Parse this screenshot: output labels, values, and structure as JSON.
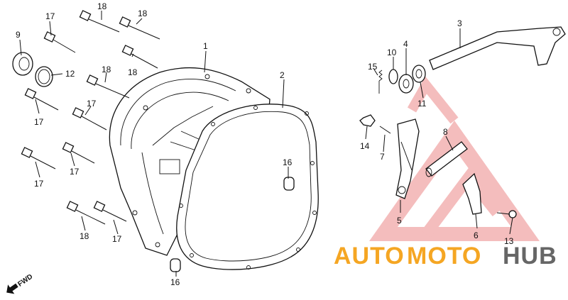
{
  "callouts": [
    {
      "id": "c17a",
      "text": "17"
    },
    {
      "id": "c18a",
      "text": "18"
    },
    {
      "id": "c18b",
      "text": "18"
    },
    {
      "id": "c9",
      "text": "9"
    },
    {
      "id": "c12",
      "text": "12"
    },
    {
      "id": "c1",
      "text": "1"
    },
    {
      "id": "c18c",
      "text": "18"
    },
    {
      "id": "c18d",
      "text": "18"
    },
    {
      "id": "c17b",
      "text": "17"
    },
    {
      "id": "c17c",
      "text": "17"
    },
    {
      "id": "c2",
      "text": "2"
    },
    {
      "id": "c17d",
      "text": "17"
    },
    {
      "id": "c17e",
      "text": "17"
    },
    {
      "id": "c16a",
      "text": "16"
    },
    {
      "id": "c18e",
      "text": "18"
    },
    {
      "id": "c17f",
      "text": "17"
    },
    {
      "id": "c16b",
      "text": "16"
    },
    {
      "id": "c3",
      "text": "3"
    },
    {
      "id": "c4",
      "text": "4"
    },
    {
      "id": "c10",
      "text": "10"
    },
    {
      "id": "c15",
      "text": "15"
    },
    {
      "id": "c11",
      "text": "11"
    },
    {
      "id": "c14",
      "text": "14"
    },
    {
      "id": "c7",
      "text": "7"
    },
    {
      "id": "c8",
      "text": "8"
    },
    {
      "id": "c5",
      "text": "5"
    },
    {
      "id": "c6",
      "text": "6"
    },
    {
      "id": "c13",
      "text": "13"
    }
  ],
  "watermark": {
    "part1": "AUTO",
    "part2": "MOTO",
    "part3": "HUB",
    "color_red": "#e83a3a",
    "color_orange": "#f5a623",
    "color_gray": "#666666"
  },
  "fwd_marker": {
    "text": "FWD"
  }
}
